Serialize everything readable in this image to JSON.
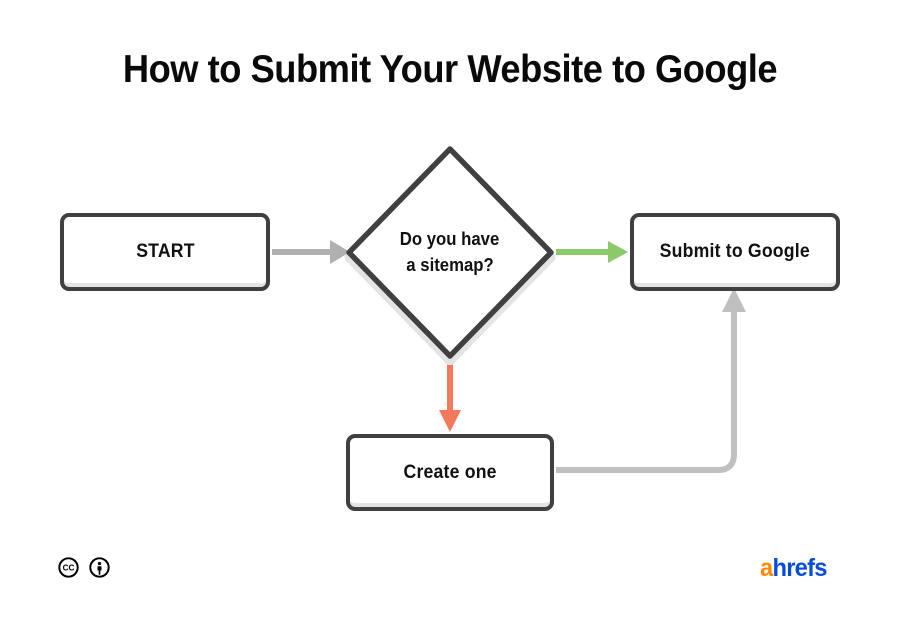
{
  "title": "How to Submit Your Website to Google",
  "diagram": {
    "type": "flowchart",
    "nodes": [
      {
        "id": "start",
        "label": "START",
        "shape": "rounded-rect"
      },
      {
        "id": "decision",
        "label_line1": "Do you have",
        "label_line2": "a sitemap?",
        "shape": "diamond"
      },
      {
        "id": "submit",
        "label": "Submit to Google",
        "shape": "rounded-rect"
      },
      {
        "id": "create",
        "label": "Create one",
        "shape": "rounded-rect"
      }
    ],
    "edges": [
      {
        "id": "start-to-decision",
        "from": "start",
        "to": "decision",
        "color": "#b0b0b0",
        "label": ""
      },
      {
        "id": "decision-to-submit",
        "from": "decision",
        "to": "submit",
        "color": "#8cc96b",
        "label": ""
      },
      {
        "id": "decision-to-create",
        "from": "decision",
        "to": "create",
        "color": "#f2795c",
        "label": ""
      },
      {
        "id": "create-to-submit",
        "from": "create",
        "to": "submit",
        "color": "#c0c0c0",
        "label": ""
      }
    ]
  },
  "colors": {
    "node_border": "#404040",
    "node_fill": "#ffffff",
    "arrow_gray": "#b0b0b0",
    "arrow_gray_light": "#c0c0c0",
    "arrow_green": "#8cc96b",
    "arrow_red": "#f2795c",
    "brand_orange": "#ff8800",
    "brand_blue": "#054cdd",
    "background": "#ffffff"
  },
  "footer": {
    "license_icons": [
      "cc-icon",
      "cc-by-icon"
    ],
    "brand": {
      "first": "a",
      "rest": "hrefs"
    }
  }
}
